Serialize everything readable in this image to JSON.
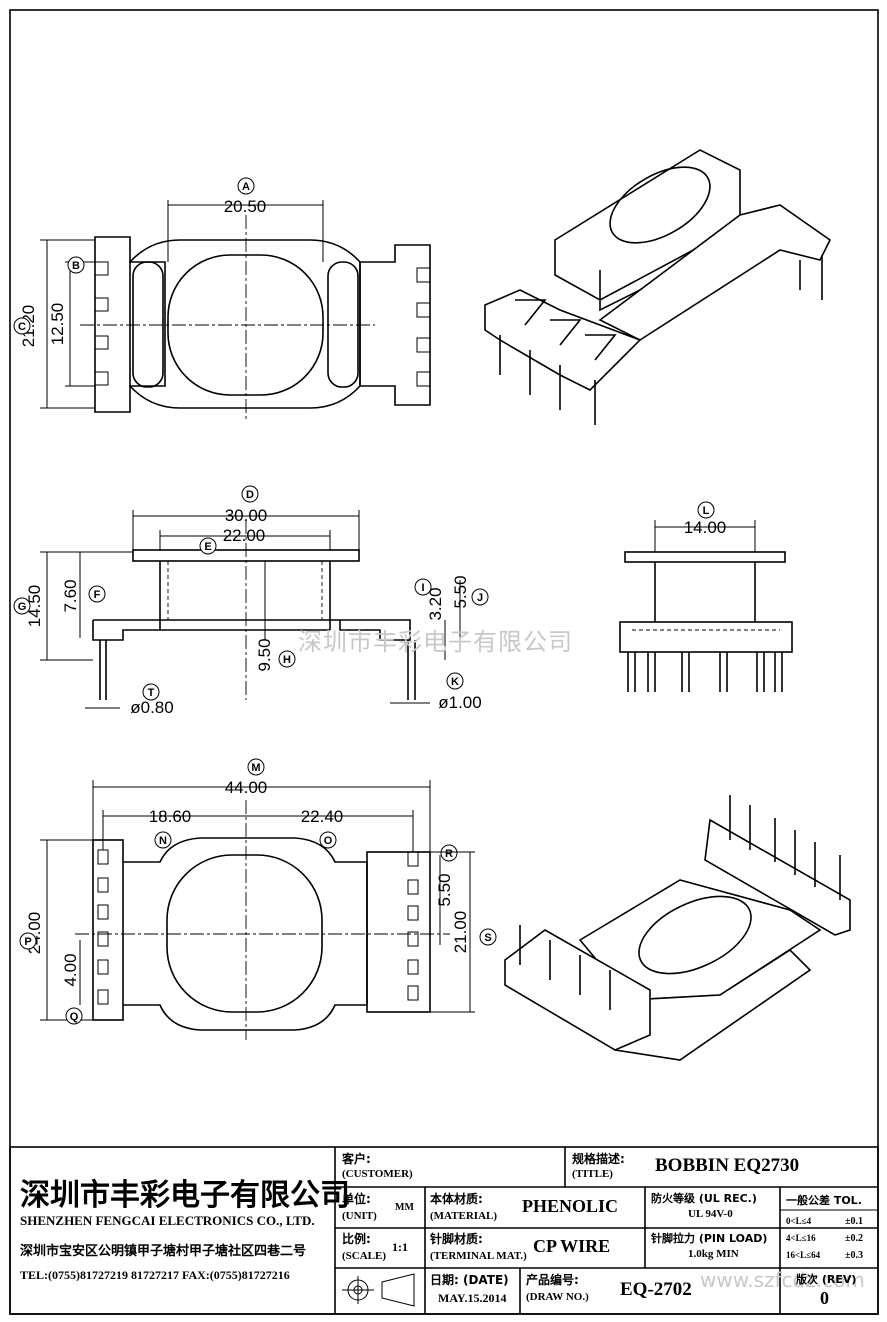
{
  "dimensions": {
    "A": {
      "label": "A",
      "value": "20.50"
    },
    "B": {
      "label": "B",
      "value": "12.50"
    },
    "C": {
      "label": "C",
      "value": "21.20"
    },
    "D": {
      "label": "D",
      "value": "30.00"
    },
    "E": {
      "label": "E",
      "value": "22.00"
    },
    "F": {
      "label": "F",
      "value": "7.60"
    },
    "G": {
      "label": "G",
      "value": "14.50"
    },
    "H": {
      "label": "H",
      "value": "9.50"
    },
    "I": {
      "label": "I",
      "value": "3.20"
    },
    "J": {
      "label": "J",
      "value": "5.50"
    },
    "T": {
      "label": "T",
      "value": "ø0.80"
    },
    "K": {
      "label": "K",
      "value": "ø1.00"
    },
    "L": {
      "label": "L",
      "value": "14.00"
    },
    "M": {
      "label": "M",
      "value": "44.00"
    },
    "N": {
      "label": "N",
      "value": "18.60"
    },
    "O": {
      "label": "O",
      "value": "22.40"
    },
    "P": {
      "label": "P",
      "value": "24.00"
    },
    "Q": {
      "label": "Q",
      "value": "4.00"
    },
    "R": {
      "label": "R",
      "value": "5.50"
    },
    "S": {
      "label": "S",
      "value": "21.00"
    }
  },
  "watermark_center": "深圳市丰彩电子有限公司",
  "watermark_corner": "www.szfcdz.com",
  "title_block": {
    "company_cn": "深圳市丰彩电子有限公司",
    "company_en": "SHENZHEN FENGCAI ELECTRONICS CO., LTD.",
    "address": "深圳市宝安区公明镇甲子塘村甲子塘社区四巷二号",
    "phone": "TEL:(0755)81727219  81727217   FAX:(0755)81727216",
    "customer_label_cn": "客户:",
    "customer_label_en": "(CUSTOMER)",
    "title_label_cn": "规格描述:",
    "title_label_en": "(TITLE)",
    "title_value": "BOBBIN EQ2730",
    "unit_label_cn": "单位:",
    "unit_label_en": "(UNIT)",
    "unit_value": "MM",
    "material_label_cn": "本体材质:",
    "material_label_en": "(MATERIAL)",
    "material_value": "PHENOLIC",
    "flame_label": "防火等级 (UL REC.)",
    "flame_value": "UL 94V-0",
    "scale_label_cn": "比例:",
    "scale_label_en": "(SCALE)",
    "scale_value": "1:1",
    "terminal_label_cn": "针脚材质:",
    "terminal_label_en": "(TERMINAL MAT.)",
    "terminal_value": "CP WIRE",
    "pinload_label": "针脚拉力 (PIN LOAD)",
    "pinload_value": "1.0kg MIN",
    "date_label": "日期: (DATE)",
    "date_value": "MAY.15.2014",
    "drawno_label_cn": "产品编号:",
    "drawno_label_en": "(DRAW NO.)",
    "drawno_value": "EQ-2702",
    "tol_title": "一般公差 TOL.",
    "tol_rows": [
      {
        "range": "0<L≤4",
        "tol": "±0.1"
      },
      {
        "range": "4<L≤16",
        "tol": "±0.2"
      },
      {
        "range": "16<L≤64",
        "tol": "±0.3"
      }
    ],
    "rev_label": "版次 (REV)",
    "rev_value": "0"
  }
}
